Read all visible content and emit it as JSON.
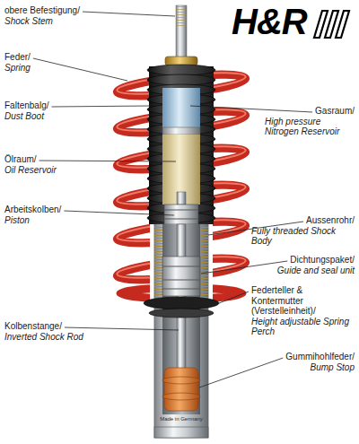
{
  "diagram": {
    "labels": [
      "H&R",
      "obere Befestigung/",
      "Shock Stem",
      "Feder/",
      "Spring",
      "Faltenbalg/",
      "Dust Boot",
      "Ölraum/",
      "Oil Reservoir",
      "Arbeitskolben/",
      "Piston",
      "Kolbenstange/",
      "Inverted Shock Rod",
      "Gasraum/",
      "High pressure Nitrogen Reservoir",
      "Aussenrohr/",
      "Fully threaded Shock Body",
      "Dichtungspaket/",
      "Guide and seal unit",
      "Federteller & Kontermutter (Verstelleinheit)/",
      "Height adjustable Spring Perch",
      "Gummihohlfeder/",
      "Bump Stop",
      "Made in Germany"
    ]
  }
}
